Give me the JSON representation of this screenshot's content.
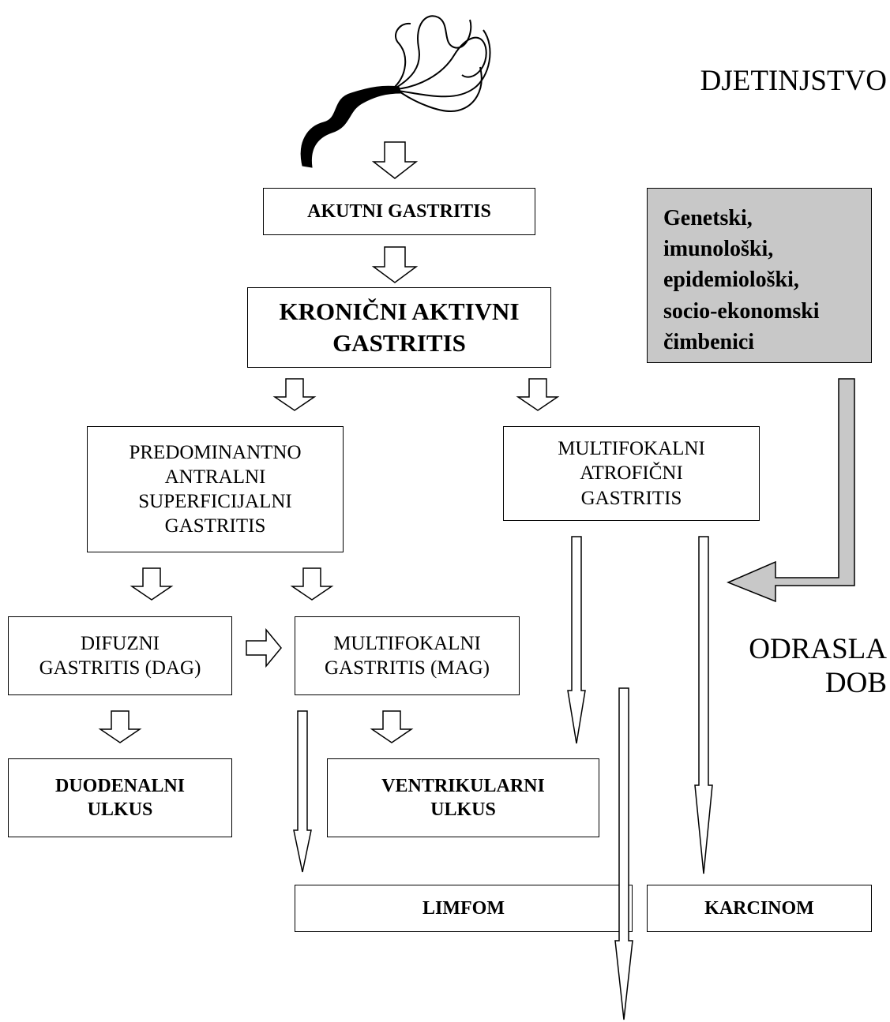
{
  "labels": {
    "childhood": "DJETINJSTVO",
    "adulthood": "ODRASLA\nDOB"
  },
  "boxes": {
    "acute": "AKUTNI GASTRITIS",
    "chronic_active": "KRONIČNI AKTIVNI\nGASTRITIS",
    "antral": "PREDOMINANTNO\nANTRALNI\nSUPERFICIJALNI\nGASTRITIS",
    "multifocal_atrophic": "MULTIFOKALNI\nATROFIČNI\nGASTRITIS",
    "diffuse": "DIFUZNI\nGASTRITIS (DAG)",
    "multifocal_mag": "MULTIFOKALNI\nGASTRITIS (MAG)",
    "duodenal": "DUODENALNI\nULKUS",
    "ventricular": "VENTRIKULARNI\nULKUS",
    "lymphoma": "LIMFOM",
    "carcinoma": "KARCINOM",
    "factors": "Genetski,\nimunološki,\nepidemiološki,\nsocio-ekonomski\nčimbenici"
  },
  "colors": {
    "factors_fill": "#c8c8c8",
    "arrow_gray": "#c8c8c8",
    "stroke": "#000000"
  },
  "icons": {
    "bacterium": "helicobacter-bacterium-icon"
  }
}
